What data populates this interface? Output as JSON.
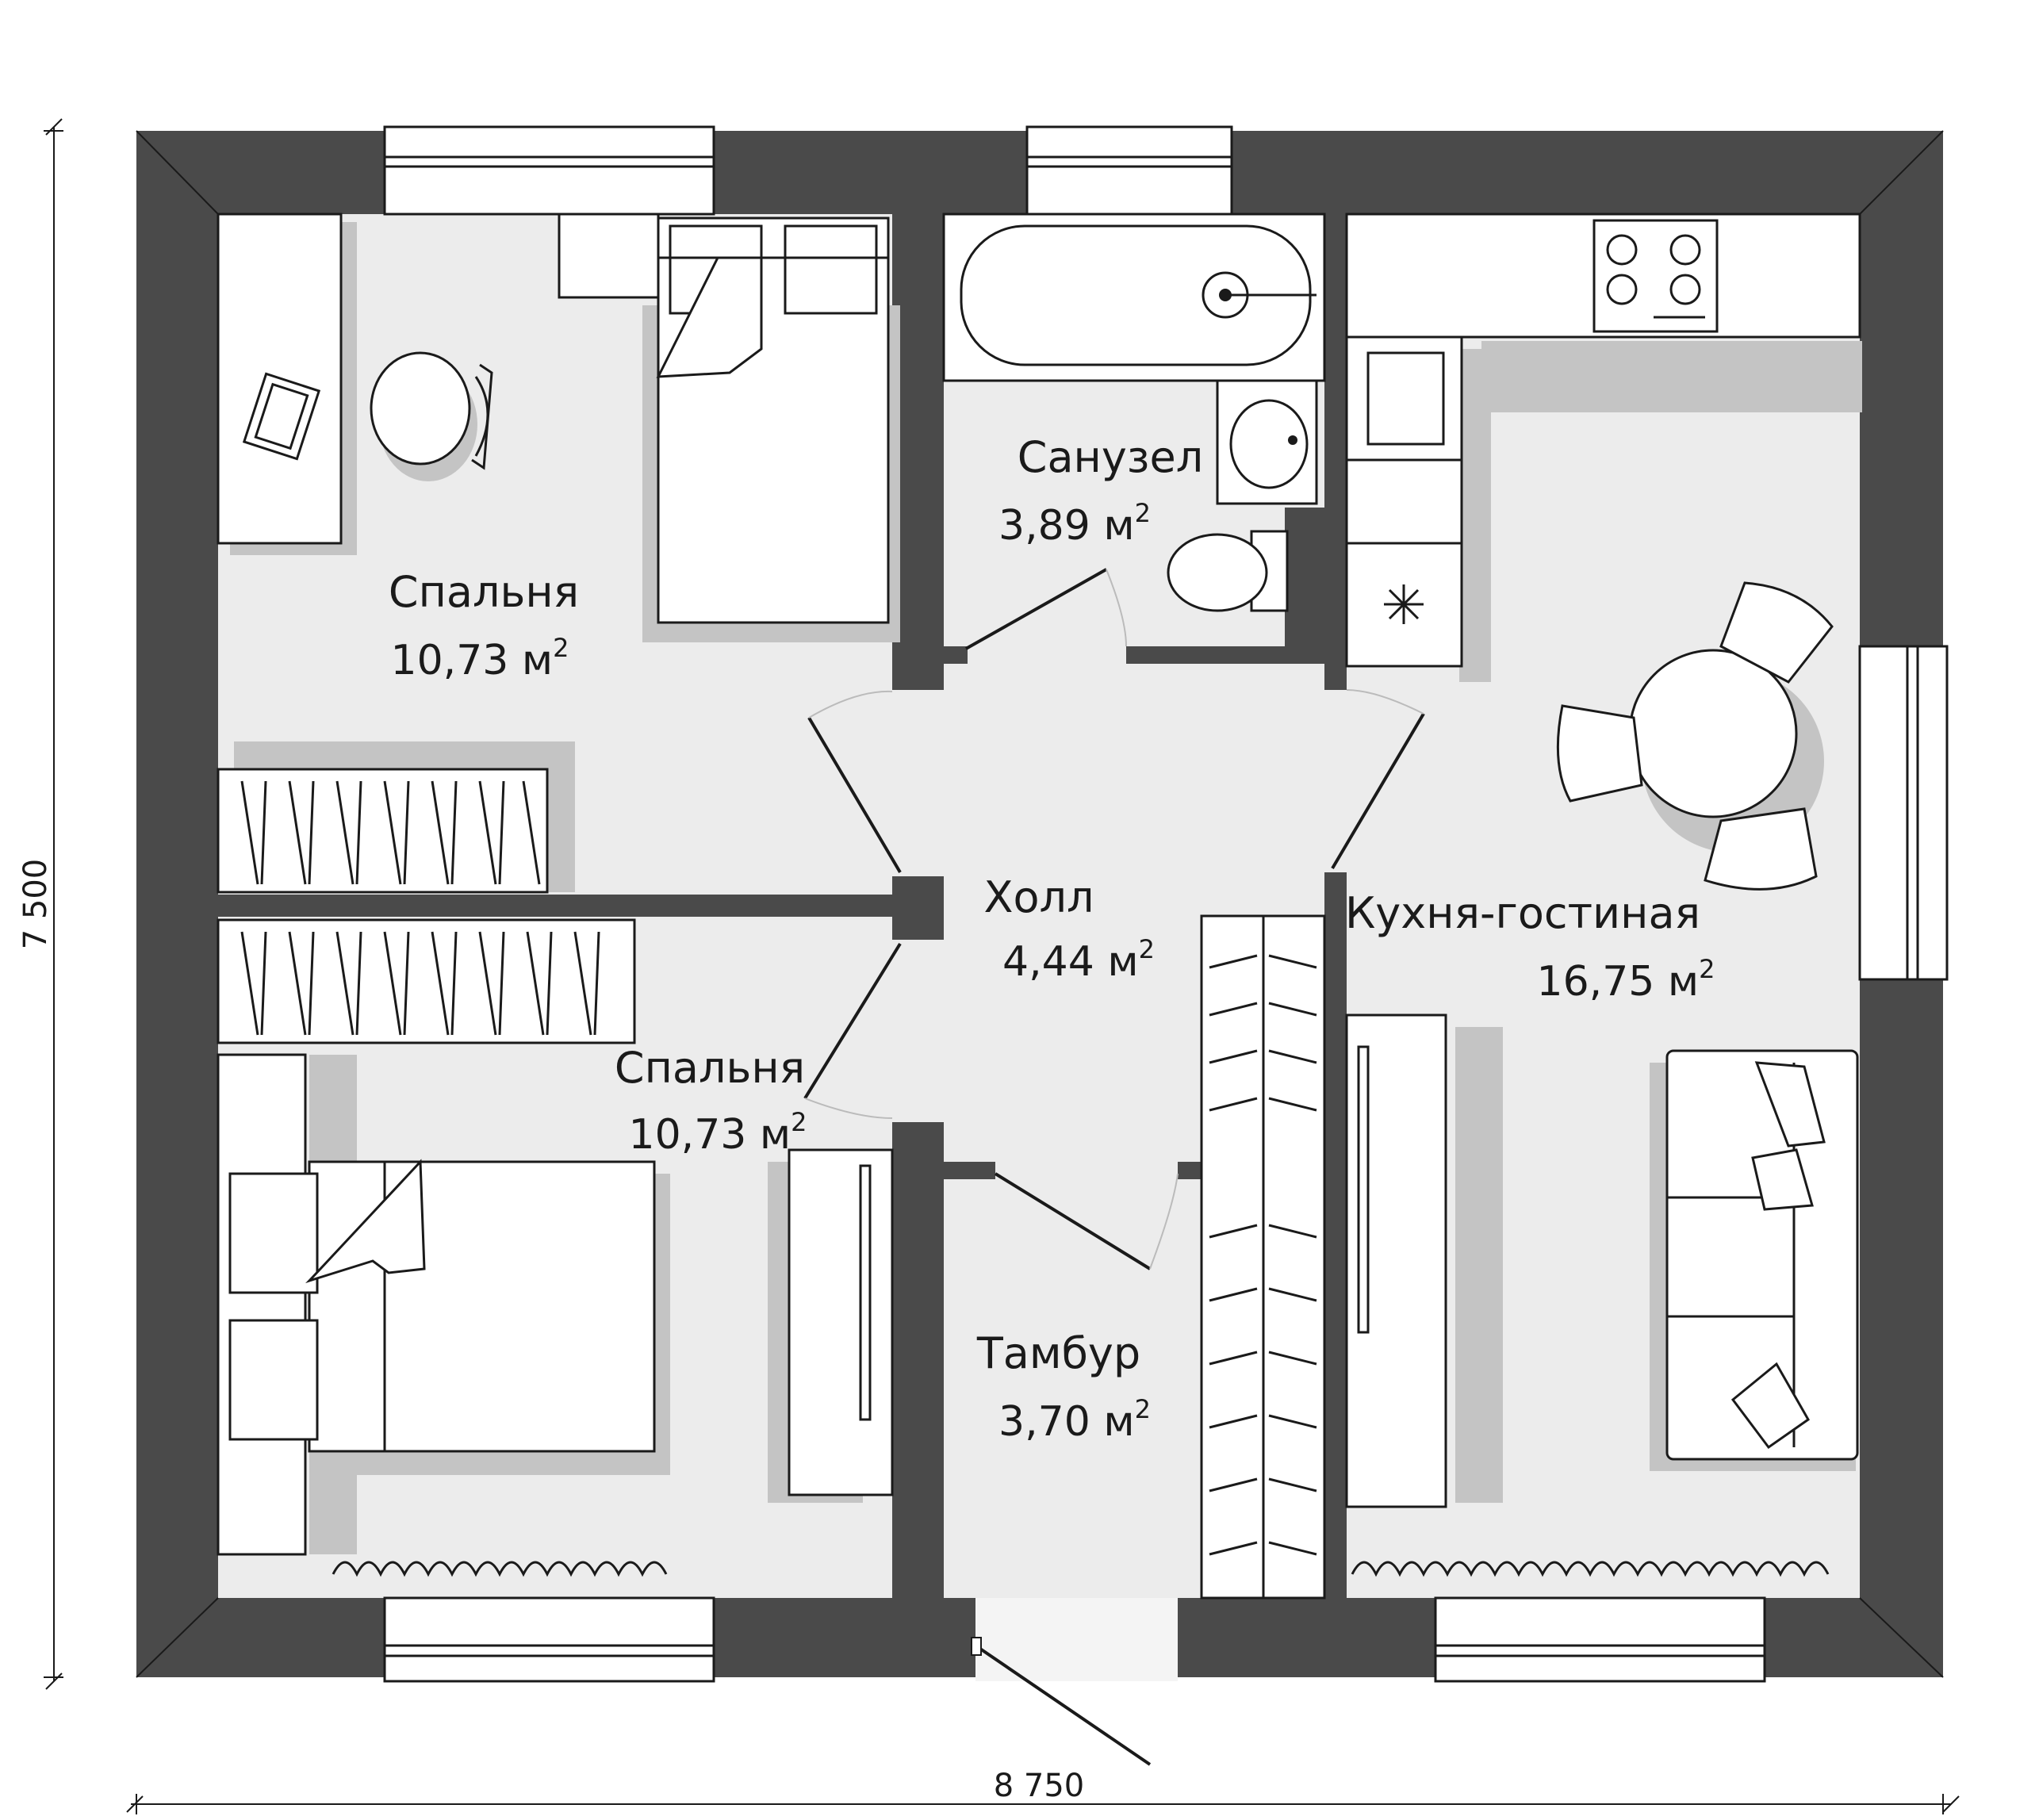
{
  "rooms": {
    "bedroom_top": {
      "name": "Спальня",
      "area": "10,73 м",
      "sup": "2"
    },
    "bathroom": {
      "name": "Санузел",
      "area": "3,89 м",
      "sup": "2"
    },
    "hall": {
      "name": "Холл",
      "area": "4,44 м",
      "sup": "2"
    },
    "bedroom_bottom": {
      "name": "Спальня",
      "area": "10,73 м",
      "sup": "2"
    },
    "vestibule": {
      "name": "Тамбур",
      "area": "3,70 м",
      "sup": "2"
    },
    "kitchen_living": {
      "name": "Кухня-гостиная",
      "area": "16,75 м",
      "sup": "2"
    }
  },
  "dimensions": {
    "width": "8 750",
    "height": "7 500"
  },
  "colors": {
    "wall": "#4a4a4a",
    "floor": "#ececec",
    "furniture": "#ffffff",
    "shadow": "#c4c4c4",
    "line": "#1a1a1a"
  }
}
